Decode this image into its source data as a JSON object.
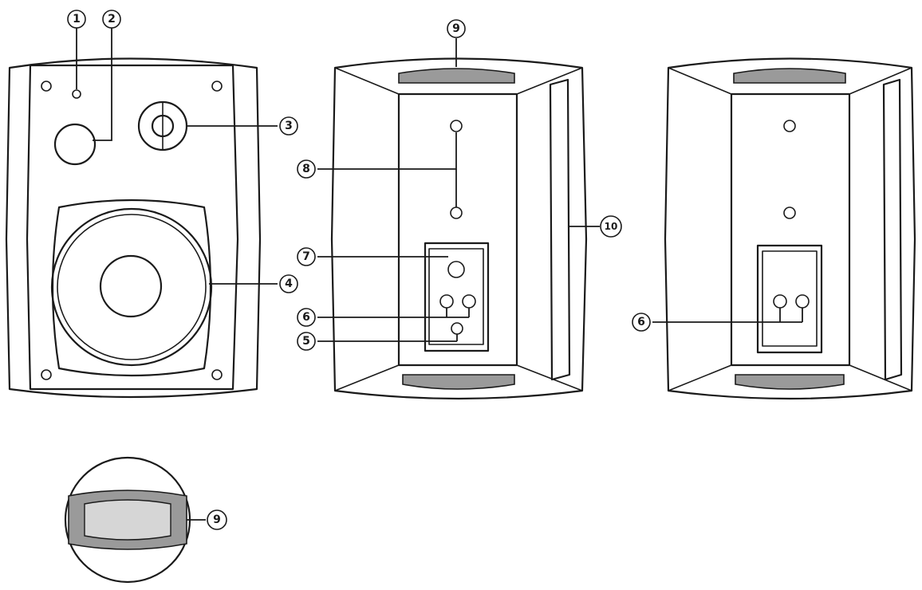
{
  "callouts": {
    "c1": "1",
    "c2": "2",
    "c3": "3",
    "c4": "4",
    "c5": "5",
    "c6": "6",
    "c6b": "6",
    "c7": "7",
    "c8": "8",
    "c9": "9",
    "c9b": "9",
    "c10": "10"
  },
  "colors": {
    "stroke": "#1a1a1a",
    "background": "#ffffff",
    "shade": "#9a9a9a"
  }
}
